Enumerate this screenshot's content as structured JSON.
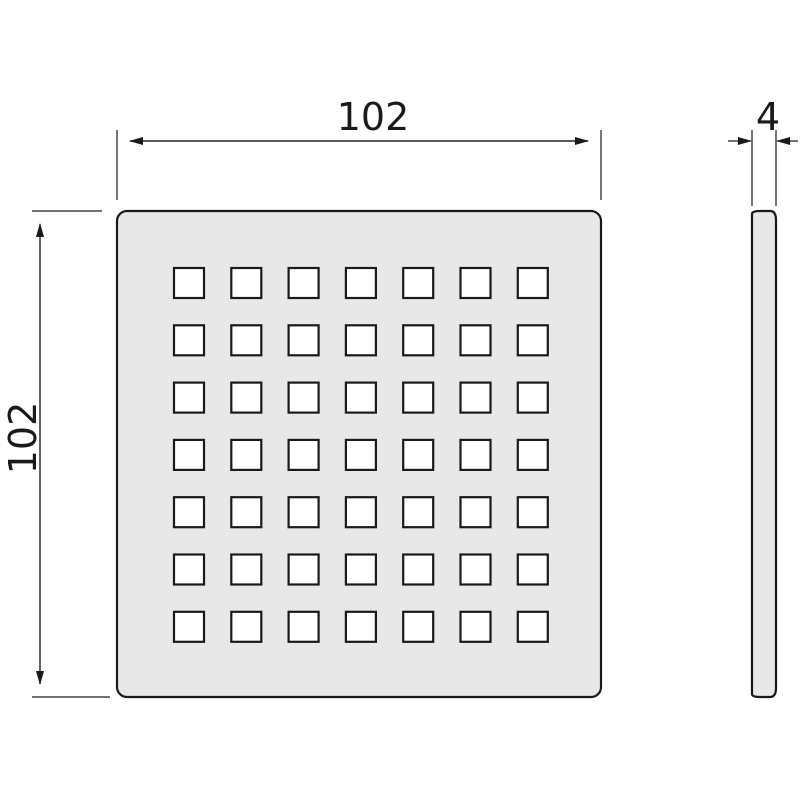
{
  "dimensions": {
    "width_label": "102",
    "height_label": "102",
    "thickness_label": "4"
  },
  "grate": {
    "rows": 7,
    "columns": 7,
    "hole_shape": "square"
  },
  "colors": {
    "plate_fill": "#e8e8e8",
    "line": "#1a1a1a",
    "hole_fill": "#ffffff",
    "background": "#ffffff"
  }
}
